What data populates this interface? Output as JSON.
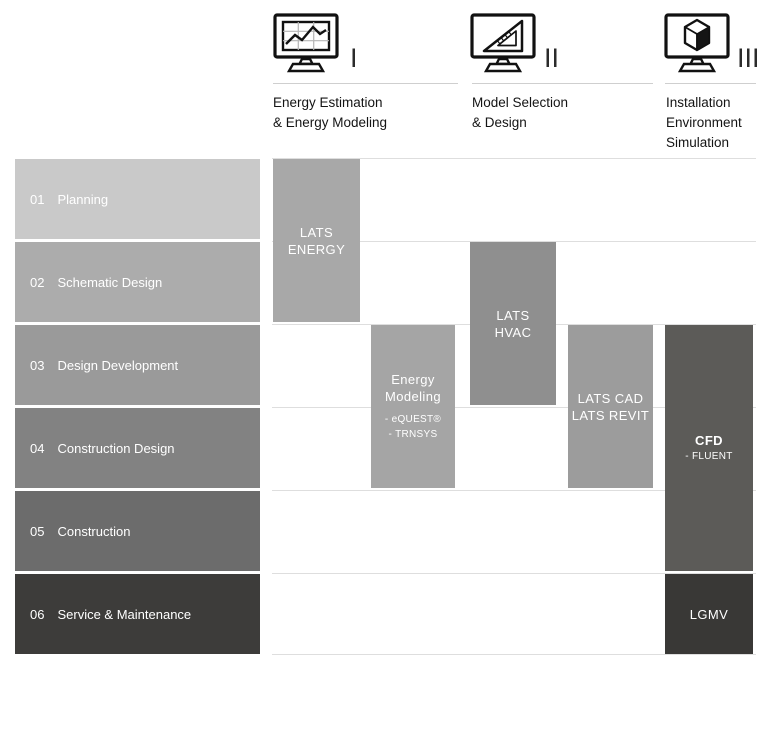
{
  "header": {
    "columns": [
      {
        "numeral": "I",
        "icon": "monitor-line-chart-icon",
        "label_lines": [
          "Energy Estimation",
          "& Energy Modeling"
        ]
      },
      {
        "numeral": "II",
        "icon": "monitor-set-square-icon",
        "label_lines": [
          "Model Selection",
          "& Design"
        ]
      },
      {
        "numeral": "III",
        "icon": "monitor-3d-cube-icon",
        "label_lines": [
          "Installation",
          "Environment",
          "Simulation"
        ]
      }
    ]
  },
  "stages": [
    {
      "num": "01",
      "label": "Planning",
      "color": "#c9c9c9"
    },
    {
      "num": "02",
      "label": "Schematic Design",
      "color": "#acacac"
    },
    {
      "num": "03",
      "label": "Design Development",
      "color": "#9a9a9a"
    },
    {
      "num": "04",
      "label": "Construction Design",
      "color": "#828282"
    },
    {
      "num": "05",
      "label": "Construction",
      "color": "#6c6c6c"
    },
    {
      "num": "06",
      "label": "Service & Maintenance",
      "color": "#3d3c3a"
    }
  ],
  "blocks": [
    {
      "name": "LATS ENERGY",
      "lines": [
        "LATS",
        "ENERGY"
      ],
      "subitems": [],
      "color": "#a8a8a8",
      "stages": "01-02",
      "column": "I"
    },
    {
      "name": "LATS HVAC",
      "lines": [
        "LATS",
        "HVAC"
      ],
      "subitems": [],
      "color": "#8f8f8f",
      "stages": "02-03",
      "column": "II"
    },
    {
      "name": "Energy Modeling",
      "lines": [
        "Energy",
        "Modeling"
      ],
      "subitems": [
        "- eQUEST®",
        "- TRNSYS"
      ],
      "color": "#a5a5a5",
      "stages": "03-04",
      "column": "I"
    },
    {
      "name": "LATS CAD / LATS REVIT",
      "lines": [
        "LATS CAD",
        "LATS REVIT"
      ],
      "subitems": [],
      "color": "#9c9c9c",
      "stages": "03-04",
      "column": "II"
    },
    {
      "name": "CFD",
      "lines": [
        "CFD"
      ],
      "subitems": [
        "- FLUENT"
      ],
      "color": "#5c5b58",
      "stages": "03-05",
      "column": "III"
    },
    {
      "name": "LGMV",
      "lines": [
        "LGMV"
      ],
      "subitems": [],
      "color": "#393836",
      "stages": "06",
      "column": "III"
    }
  ],
  "palette": {
    "background": "#ffffff",
    "rule_line": "#cfcfcf",
    "row_grid_line": "#dedede",
    "header_text": "#141414",
    "block_text": "#ffffff"
  }
}
